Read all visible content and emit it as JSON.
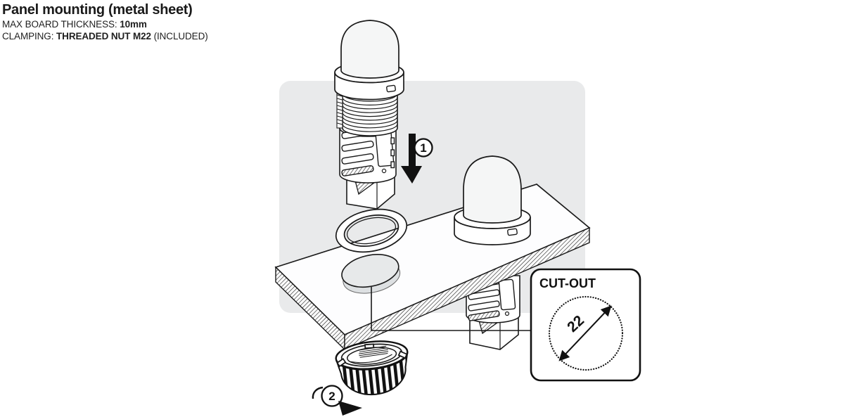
{
  "header": {
    "title": "Panel mounting (metal sheet)",
    "specs": [
      {
        "label": "MAX BOARD THICKNESS:",
        "value": "10mm",
        "suffix": ""
      },
      {
        "label": "CLAMPING:",
        "value": "THREADED NUT M22",
        "suffix": "(INCLUDED)"
      }
    ]
  },
  "diagram": {
    "backdrop_color": "#e9eaeb",
    "line_color": "#1a1a1a",
    "hole_fill": "#e7e9ea",
    "dome_fill": "#f5f6f6",
    "steps": [
      {
        "number": "1"
      },
      {
        "number": "2"
      }
    ],
    "cutout_box": {
      "title": "CUT-OUT",
      "diameter": "22"
    }
  }
}
